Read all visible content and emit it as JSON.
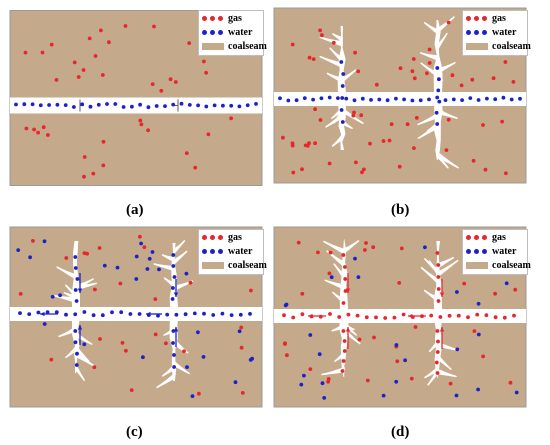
{
  "colors": {
    "coal": "#c4a98b",
    "gas": "#e8262c",
    "water": "#1c22c9",
    "fracture": "#ffffff",
    "border": "#9a9a9a"
  },
  "legend": {
    "gas_label": "gas",
    "water_label": "water",
    "coalseam_label": "coalseam"
  },
  "panels": [
    {
      "id": "a",
      "caption": "(a)"
    },
    {
      "id": "b",
      "caption": "(b)"
    },
    {
      "id": "c",
      "caption": "(c)"
    },
    {
      "id": "d",
      "caption": "(d)"
    }
  ]
}
